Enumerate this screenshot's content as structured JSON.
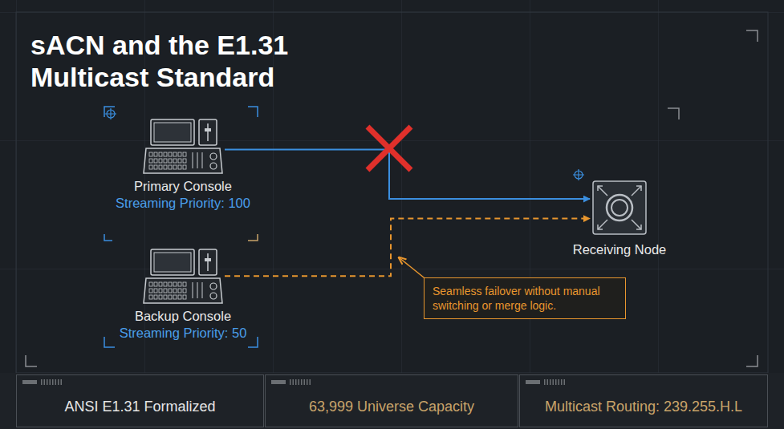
{
  "diagram": {
    "title": "sACN and the E1.31 Multicast Standard",
    "nodes": [
      {
        "text": [
          "Primary Console",
          "Streaming Priority: 100"
        ]
      },
      {
        "text": [
          "Receiving Node"
        ]
      },
      {
        "text": [
          "Backup Console",
          "Streaming Priority: 50"
        ]
      },
      {
        "text": [
          "Seamless failover without manual switching or merge logic."
        ]
      },
      {
        "text": [
          "ANSI E1.31 Formalized"
        ]
      },
      {
        "text": [
          "63,999 Universe Capacity"
        ]
      },
      {
        "text": [
          "Multicast Routing: 239.255.H.L"
        ]
      }
    ],
    "edges": [
      {
        "from": 0,
        "to": 1,
        "arrow": "to"
      },
      {
        "from": 2,
        "to": 1,
        "arrow": "to"
      }
    ]
  }
}
